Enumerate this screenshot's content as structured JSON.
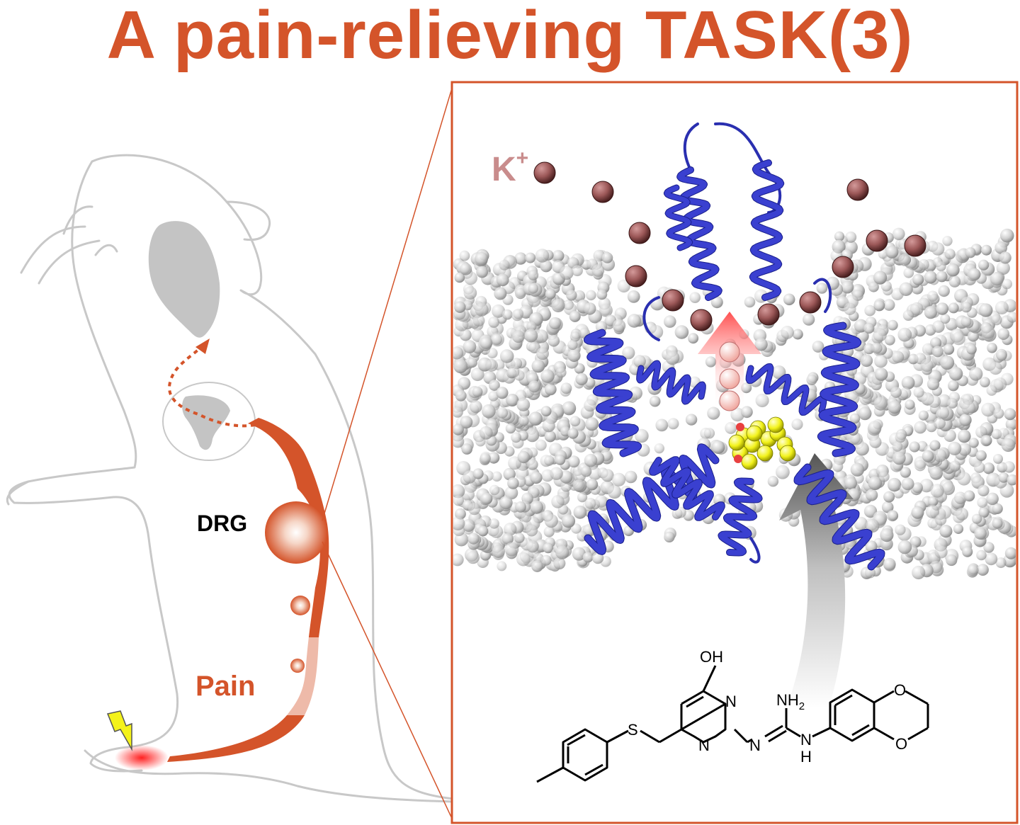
{
  "title": "A pain-relieving TASK(3)",
  "labels": {
    "drg": "DRG",
    "pain": "Pain",
    "ion": "K",
    "ion_charge": "+"
  },
  "molecule_atoms": {
    "oh": "OH",
    "n_top": "N",
    "n_bottom": "N",
    "s": "S",
    "n_imine": "N",
    "nh2": "NH",
    "nh2_sub": "2",
    "nh": "N",
    "nh_h": "H",
    "o_top": "O",
    "o_bottom": "O"
  },
  "colors": {
    "accent": "#d4542a",
    "protein": "#2a2fb0",
    "lipid": "#c8c8c8",
    "ion": "#9c5858",
    "ligand": "#f2f21a",
    "outline": "#c8c8c8"
  }
}
